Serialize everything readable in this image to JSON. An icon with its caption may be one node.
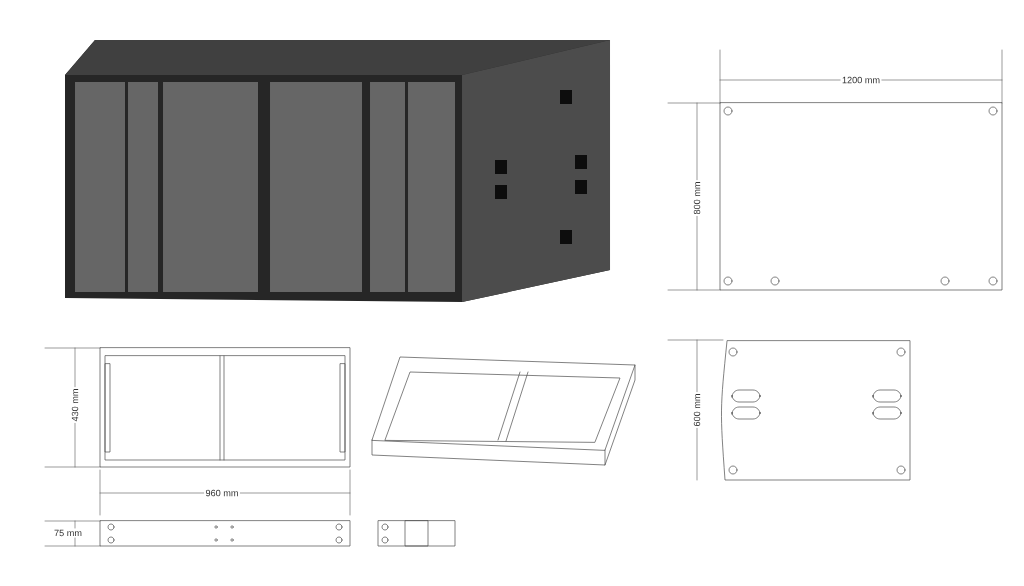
{
  "diagram": {
    "labels": [
      "1200 mm",
      "800 mm",
      "430 mm",
      "600 mm",
      "960 mm",
      "75 mm"
    ]
  }
}
